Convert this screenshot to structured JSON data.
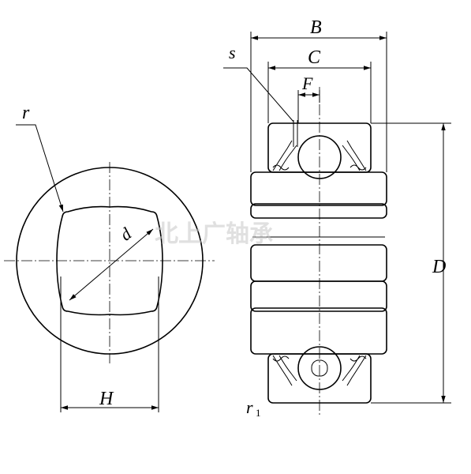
{
  "labels": {
    "B": "B",
    "C": "C",
    "F": "F",
    "s": "s",
    "D": "D",
    "r": "r",
    "d": "d",
    "H": "H",
    "r1_main": "r",
    "r1_sub": "1"
  },
  "watermark": "北上广轴承"
}
